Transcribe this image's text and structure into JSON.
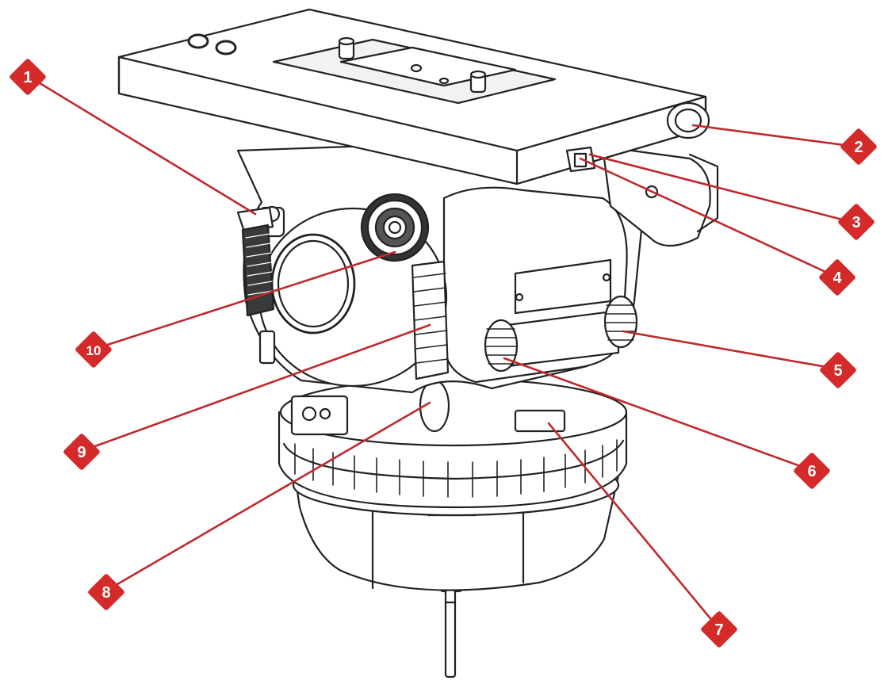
{
  "colors": {
    "callout_red": "#d42a2a",
    "callout_line": "#c0282c",
    "line_art": "#222222",
    "fill": "#ffffff",
    "shade": "#e9e9e9"
  },
  "subject": "fluid-head-line-drawing",
  "callouts": [
    {
      "id": "1",
      "label": "1"
    },
    {
      "id": "2",
      "label": "2"
    },
    {
      "id": "3",
      "label": "3"
    },
    {
      "id": "4",
      "label": "4"
    },
    {
      "id": "5",
      "label": "5"
    },
    {
      "id": "6",
      "label": "6"
    },
    {
      "id": "7",
      "label": "7"
    },
    {
      "id": "8",
      "label": "8"
    },
    {
      "id": "9",
      "label": "9"
    },
    {
      "id": "10",
      "label": "10"
    }
  ]
}
